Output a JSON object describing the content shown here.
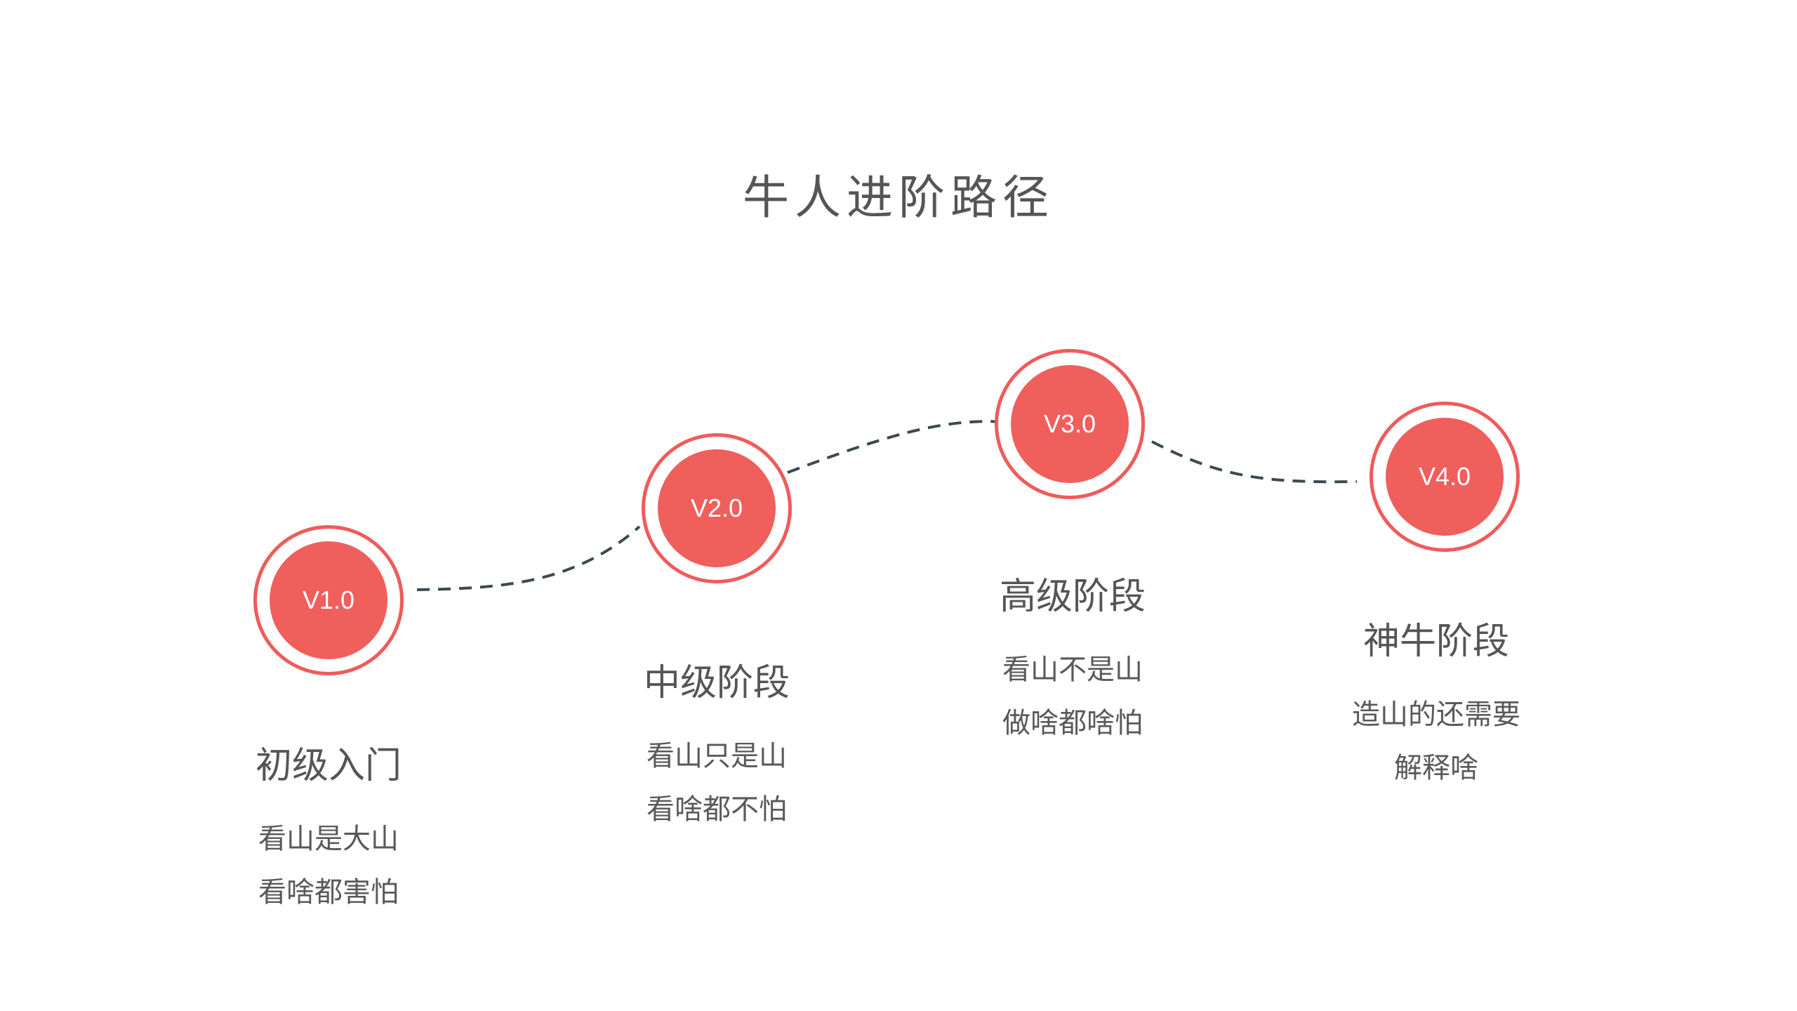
{
  "title": "牛人进阶路径",
  "colors": {
    "accent": "#ef5f5c",
    "connector": "#3b4a50",
    "text": "#595959"
  },
  "stages": [
    {
      "version": "V1.0",
      "name": "初级入门",
      "lines": [
        "看山是大山",
        "看啥都害怕"
      ]
    },
    {
      "version": "V2.0",
      "name": "中级阶段",
      "lines": [
        "看山只是山",
        "看啥都不怕"
      ]
    },
    {
      "version": "V3.0",
      "name": "高级阶段",
      "lines": [
        "看山不是山",
        "做啥都啥怕"
      ]
    },
    {
      "version": "V4.0",
      "name": "神牛阶段",
      "lines": [
        "造山的还需要",
        "解释啥"
      ]
    }
  ]
}
